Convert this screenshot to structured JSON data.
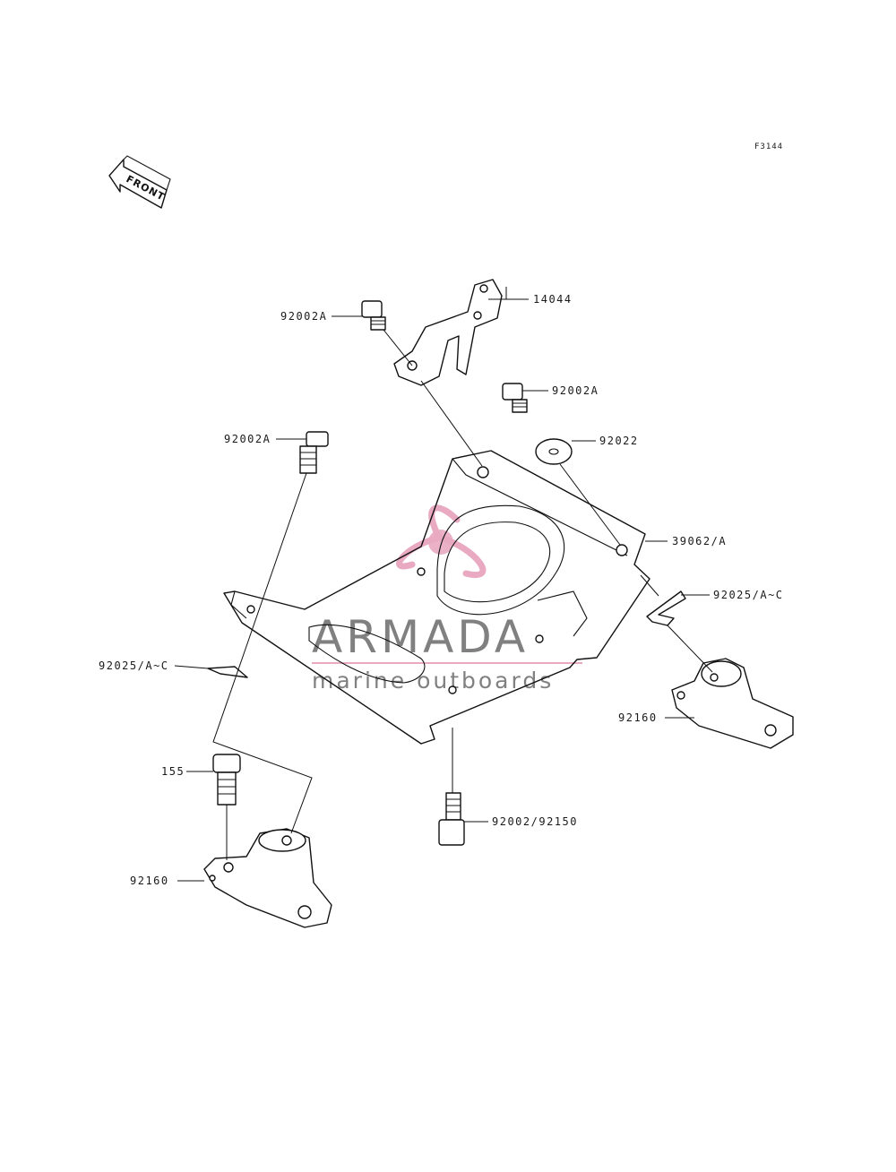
{
  "figure_id": "F3144",
  "front_label": "FRONT",
  "watermark": {
    "brand": "ARMADA",
    "tagline": "marine outboards",
    "accent_color": "#e8a9c1",
    "text_color": "#6a6a6a"
  },
  "callouts": [
    {
      "id": "14044",
      "label": "14044"
    },
    {
      "id": "92002a-top",
      "label": "92002A"
    },
    {
      "id": "92002a-right",
      "label": "92002A"
    },
    {
      "id": "92002a-left",
      "label": "92002A"
    },
    {
      "id": "92022",
      "label": "92022"
    },
    {
      "id": "39062",
      "label": "39062/A"
    },
    {
      "id": "92025-right",
      "label": "92025/A~C"
    },
    {
      "id": "92025-left",
      "label": "92025/A~C"
    },
    {
      "id": "92160-right",
      "label": "92160"
    },
    {
      "id": "155",
      "label": "155"
    },
    {
      "id": "92002-92150",
      "label": "92002/92150"
    },
    {
      "id": "92160-left",
      "label": "92160"
    }
  ]
}
